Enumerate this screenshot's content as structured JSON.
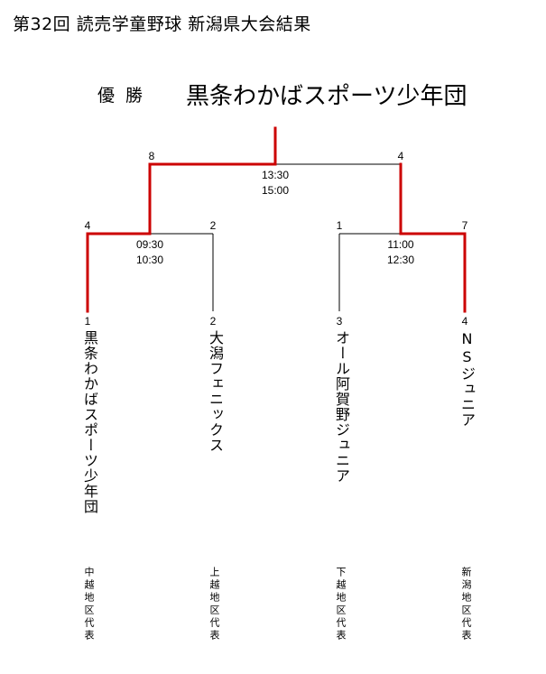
{
  "title": "第32回 読売学童野球 新潟県大会結果",
  "champion": {
    "label": "優勝",
    "team": "黒条わかばスポーツ少年団"
  },
  "final": {
    "scores": [
      "8",
      "4"
    ],
    "times": [
      "13:30",
      "15:00"
    ]
  },
  "semifinals": [
    {
      "scores": [
        "4",
        "2"
      ],
      "times": [
        "09:30",
        "10:30"
      ]
    },
    {
      "scores": [
        "1",
        "7"
      ],
      "times": [
        "11:00",
        "12:30"
      ]
    }
  ],
  "teams": [
    {
      "seed": "1",
      "name": "黒条わかばスポーツ少年団",
      "region": "中越地区代表"
    },
    {
      "seed": "2",
      "name": "大潟フェニックス",
      "region": "上越地区代表"
    },
    {
      "seed": "3",
      "name": "オール阿賀野ジュニア",
      "region": "下越地区代表"
    },
    {
      "seed": "4",
      "name": "NSジュニア",
      "region": "新潟地区代表"
    }
  ],
  "colors": {
    "winner_line": "#cc0000",
    "loser_line": "#000000"
  }
}
